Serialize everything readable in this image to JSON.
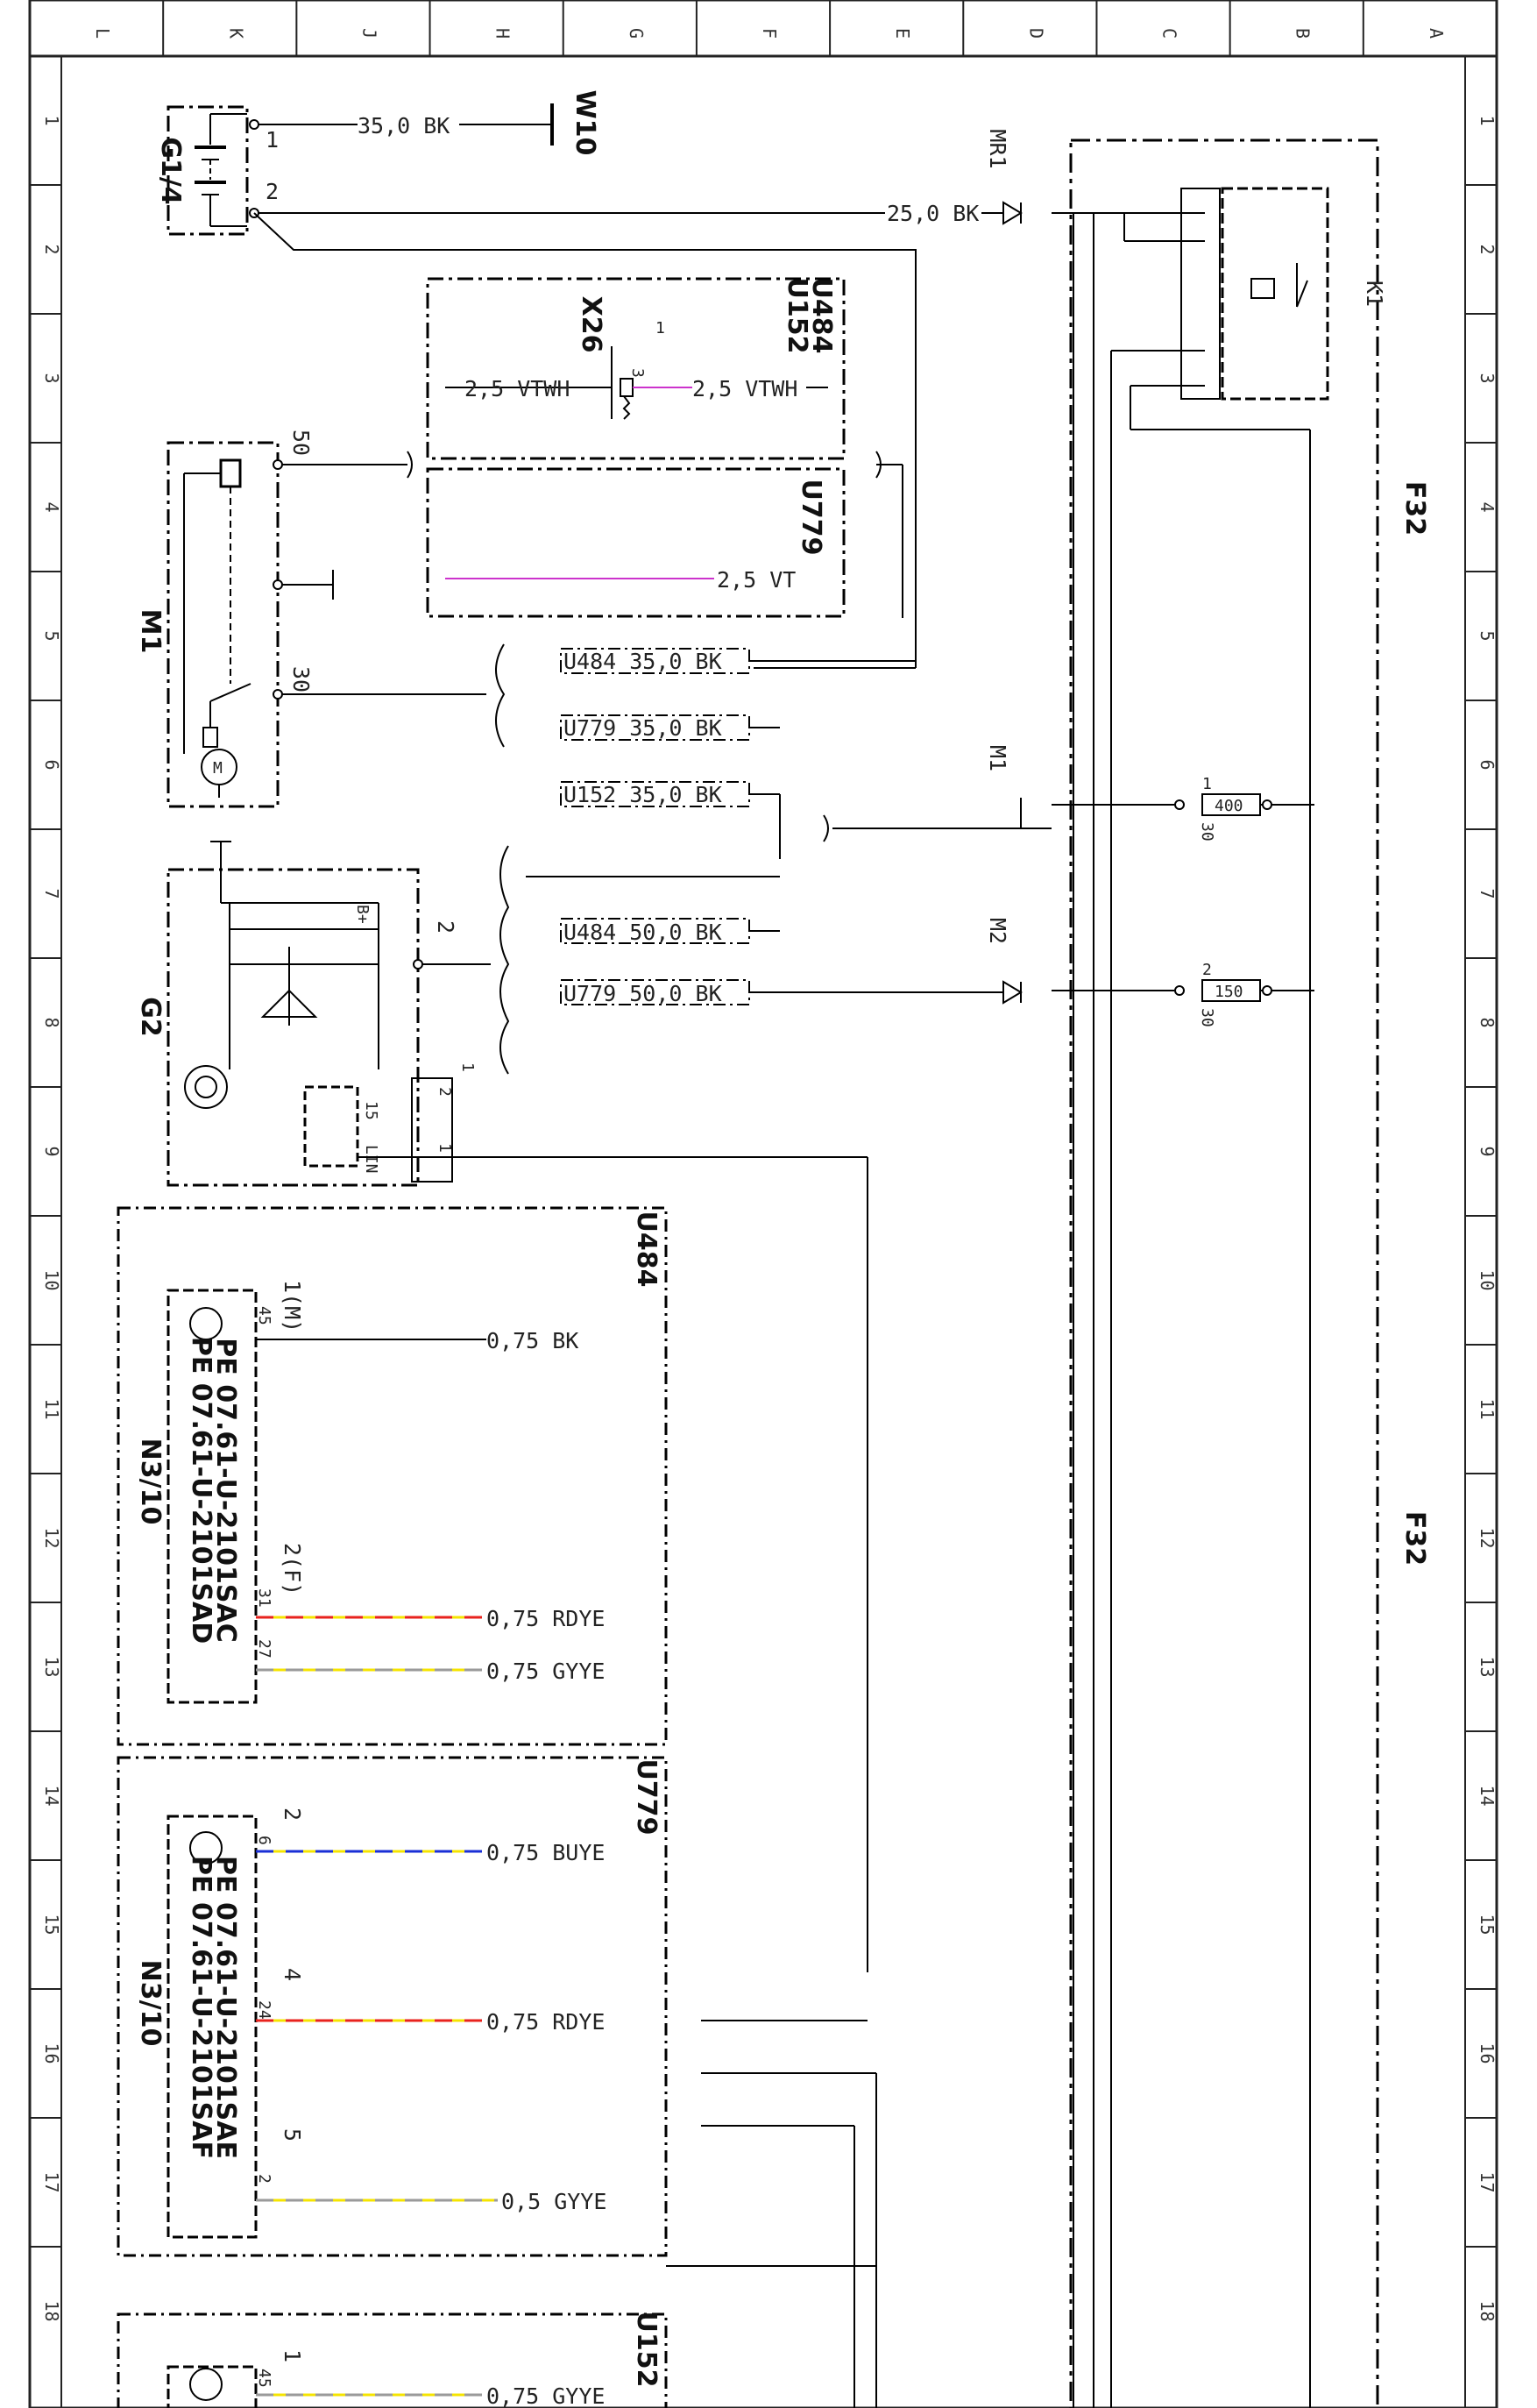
{
  "frame": {
    "column_letters": [
      "L",
      "K",
      "J",
      "H",
      "G",
      "F",
      "E",
      "D",
      "C",
      "B",
      "A"
    ],
    "row_numbers": [
      "1",
      "2",
      "3",
      "4",
      "5",
      "6",
      "7",
      "8",
      "9",
      "10",
      "11",
      "12",
      "13",
      "14",
      "15",
      "16",
      "17",
      "18"
    ]
  },
  "components": {
    "g14": "G1/4",
    "w10": "W10",
    "m1": "M1",
    "g2": "G2",
    "x26": "X26",
    "k1": "K1",
    "f32": "F32",
    "n3_10_a": "N3/10",
    "n3_10_b": "N3/10"
  },
  "variants": {
    "u484": "U484",
    "u152": "U152",
    "u779": "U779"
  },
  "connectors": {
    "mr1": "MR1",
    "m1": "M1",
    "m2": "M2"
  },
  "wires": {
    "w_g14_w10": "35,0 BK",
    "w_g14_mr1": "25,0 BK",
    "w_x26_left": "2,5 VTWH",
    "w_x26_right": "2,5 VTWH",
    "w_u779_vt": "2,5 VT",
    "w_m1_u484": "U484   35,0 BK",
    "w_m1_u779": "U779   35,0 BK",
    "w_m1_u152": "U152   35,0 BK",
    "w_g2_u484": "U484   50,0 BK",
    "w_g2_u779": "U779   50,0 BK",
    "n3a_45": "0,75 BK",
    "n3a_31": "0,75 RDYE",
    "n3a_27": "0,75 GYYE",
    "n3b_6": "0,75 BUYE",
    "n3b_24": "0,75 RDYE",
    "n3b_2": "0,5 GYYE",
    "n3c_45": "0,75 GYYE"
  },
  "pins": {
    "g14_1": "1",
    "g14_2": "2",
    "m1_50": "50",
    "m1_30": "30",
    "g2_2": "2",
    "g2_bplus": "B+",
    "g2_15": "15",
    "g2_lin": "LIN",
    "g2_conn_1": "1",
    "g2_conn_2": "2",
    "g2_conn_1b": "1",
    "x26_1": "1",
    "x26_3": "3",
    "f400_1": "1",
    "f400_30": "30",
    "f400_val": "400",
    "f150_2": "2",
    "f150_30": "30",
    "f150_val": "150",
    "n3a_1m": "1(M)",
    "n3a_45": "45",
    "n3a_2f": "2(F)",
    "n3a_31": "31",
    "n3a_27": "27",
    "n3b_2": "2",
    "n3b_6": "6",
    "n3b_4": "4",
    "n3b_24": "24",
    "n3b_5": "5",
    "n3b_2b": "2",
    "n3c_1": "1",
    "n3c_45": "45"
  },
  "codes": {
    "a_1": "PE 07.61-U-2101SAC",
    "a_2": "PE 07.61-U-2101SAD",
    "b_1": "PE 07.61-U-2101SAE",
    "b_2": "PE 07.61-U-2101SAF"
  },
  "colors": {
    "line": "#000000",
    "violet": "#cc33cc",
    "red": "#e8231e",
    "yellow": "#f5e400",
    "grey": "#9a9a9a",
    "blue": "#1a2fd6",
    "frame": "#222222"
  }
}
